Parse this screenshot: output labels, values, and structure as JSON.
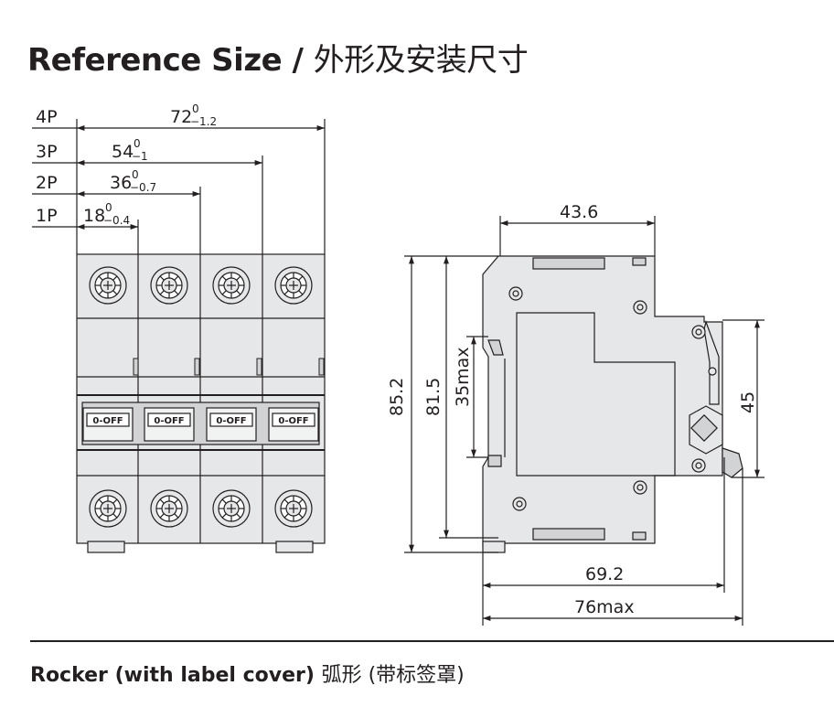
{
  "title": {
    "en": "Reference Size /",
    "zh": "外形及安装尺寸"
  },
  "front_view": {
    "poles": [
      {
        "label": "4P",
        "dim_main": "72",
        "tol_up": "0",
        "tol_down": "−1.2"
      },
      {
        "label": "3P",
        "dim_main": "54",
        "tol_up": "0",
        "tol_down": "−1"
      },
      {
        "label": "2P",
        "dim_main": "36",
        "tol_up": "0",
        "tol_down": "−0.7"
      },
      {
        "label": "1P",
        "dim_main": "18",
        "tol_up": "0",
        "tol_down": "−0.4"
      }
    ],
    "switch_label": "0-OFF"
  },
  "side_view": {
    "width_top": "43.6",
    "height_total": "85.2",
    "height_body": "81.5",
    "height_rail": "35max",
    "height_front": "45",
    "depth": "69.2",
    "depth_max": "76max"
  },
  "caption": {
    "en": "Rocker (with label cover)",
    "zh": "弧形 (带标签罩)"
  },
  "colors": {
    "body": "#e6e7e8",
    "line": "#231f20"
  }
}
